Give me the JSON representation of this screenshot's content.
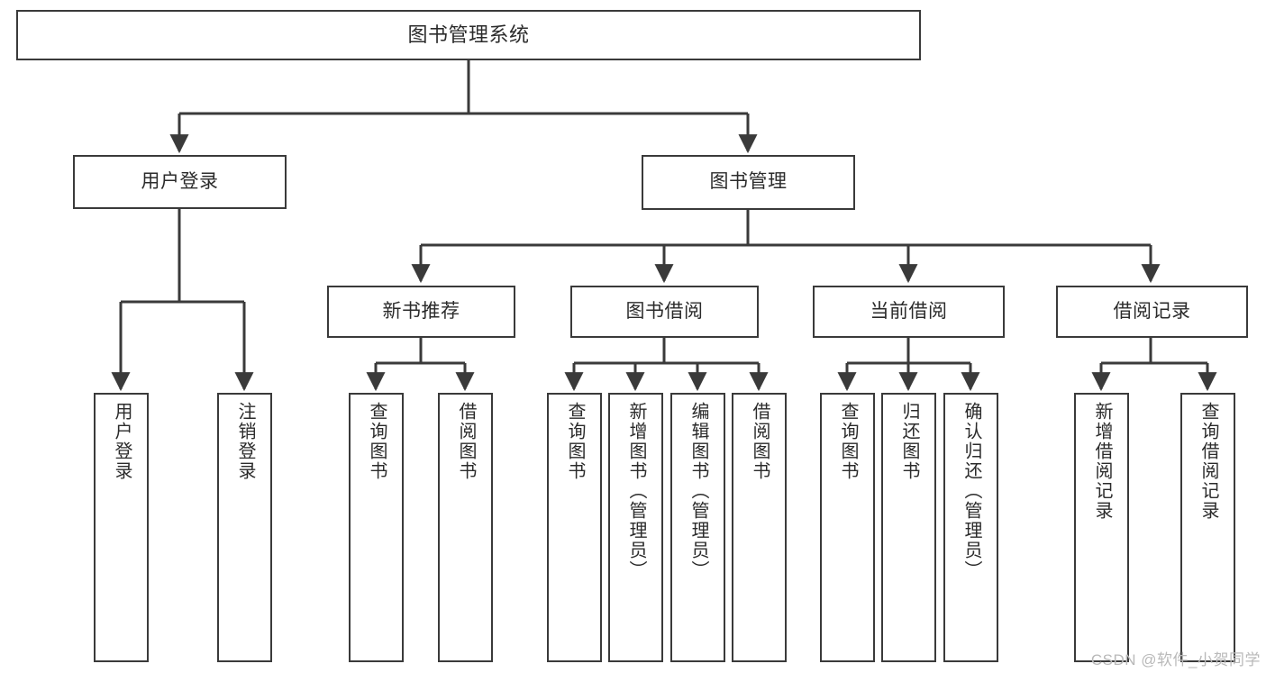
{
  "diagram": {
    "title": "图书管理系统",
    "watermark": "CSDN @软件_小贺同学",
    "colors": {
      "stroke": "#3a3a3a",
      "text": "#2b2b2b",
      "background": "#ffffff",
      "watermark": "#b9b9b9"
    },
    "nodes": {
      "root": {
        "label": "图书管理系统"
      },
      "level2": [
        {
          "label": "用户登录"
        },
        {
          "label": "图书管理"
        }
      ],
      "level3": [
        {
          "label": "新书推荐"
        },
        {
          "label": "图书借阅"
        },
        {
          "label": "当前借阅"
        },
        {
          "label": "借阅记录"
        }
      ],
      "leaves_user_login": [
        {
          "label": "用户登录"
        },
        {
          "label": "注销登录"
        }
      ],
      "leaves_new_book": [
        {
          "label": "查询图书"
        },
        {
          "label": "借阅图书"
        }
      ],
      "leaves_borrow": [
        {
          "label": "查询图书"
        },
        {
          "label": "新增图书（管理员）"
        },
        {
          "label": "编辑图书（管理员）"
        },
        {
          "label": "借阅图书"
        }
      ],
      "leaves_current": [
        {
          "label": "查询图书"
        },
        {
          "label": "归还图书"
        },
        {
          "label": "确认归还（管理员）"
        }
      ],
      "leaves_records": [
        {
          "label": "新增借阅记录"
        },
        {
          "label": "查询借阅记录"
        }
      ]
    }
  }
}
